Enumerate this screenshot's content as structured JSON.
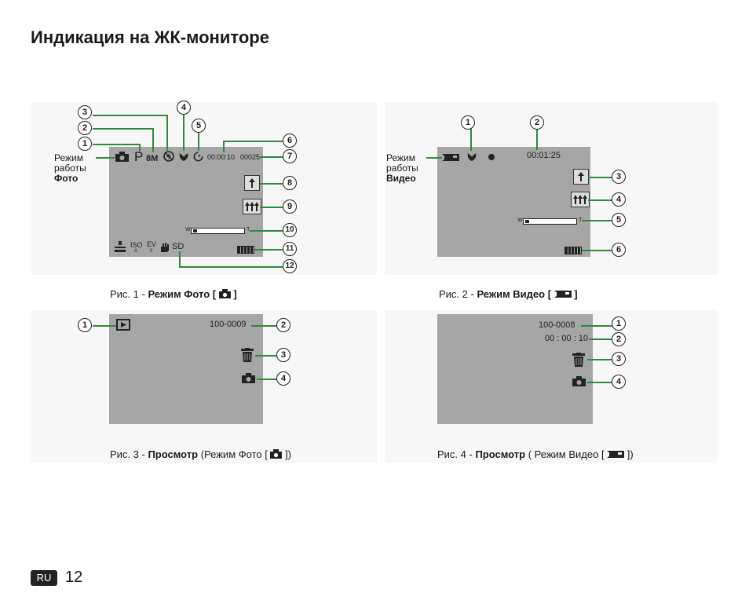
{
  "title": "Индикация на ЖК-мониторе",
  "fig1": {
    "mode_label": [
      "Режим",
      "работы"
    ],
    "mode_name": "Фото",
    "lcd": {
      "p": "P",
      "res": "8M",
      "time": "00:00:10",
      "count": "00025",
      "iso": "ISO",
      "iso_sub": "A",
      "ev": "EV",
      "ev_sub": "0",
      "sd": "SD",
      "w": "W",
      "t": "T"
    },
    "numbers": [
      "1",
      "2",
      "3",
      "4",
      "5",
      "6",
      "7",
      "8",
      "9",
      "10",
      "11",
      "12"
    ],
    "caption_prefix": "Рис. 1 - ",
    "caption_bold": "Режим Фото",
    "caption_open": " [ ",
    "caption_close": " ]"
  },
  "fig2": {
    "mode_label": [
      "Режим",
      "работы"
    ],
    "mode_name": "Видео",
    "lcd": {
      "time": "00:01:25",
      "w": "W",
      "t": "T"
    },
    "numbers": [
      "1",
      "2",
      "3",
      "4",
      "5",
      "6"
    ],
    "caption_prefix": "Рис. 2 - ",
    "caption_bold": "Режим Видео",
    "caption_open": " [ ",
    "caption_close": " ]"
  },
  "fig3": {
    "lcd": {
      "file": "100-0009"
    },
    "numbers": [
      "1",
      "2",
      "3",
      "4"
    ],
    "caption_prefix": "Рис. 3 - ",
    "caption_bold": "Просмотр",
    "caption_rest": " (Режим Фото ",
    "caption_open": "[ ",
    "caption_close": " ])"
  },
  "fig4": {
    "lcd": {
      "file": "100-0008",
      "time": "00 : 00 : 10"
    },
    "numbers": [
      "1",
      "2",
      "3",
      "4"
    ],
    "caption_prefix": "Рис. 4 - ",
    "caption_bold": "Просмотр",
    "caption_rest": " ( Режим Видео ",
    "caption_open": "[ ",
    "caption_close": " ])"
  },
  "footer": {
    "lang": "RU",
    "page": "12"
  },
  "colors": {
    "screen": "#a6a6a6",
    "leader": "#2f8a3c",
    "panel": "#f7f7f7"
  }
}
